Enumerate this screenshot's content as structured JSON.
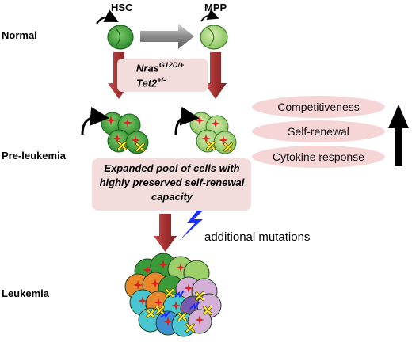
{
  "rows": {
    "normal": "Normal",
    "pre_leukemia": "Pre-leukemia",
    "leukemia": "Leukemia"
  },
  "cells": {
    "hsc": "HSC",
    "mpp": "MPP"
  },
  "legend": {
    "nras_base": "Nras",
    "nras_sup": "G12D/+",
    "tet2_base": "Tet2",
    "tet2_sup": "+/-"
  },
  "pool_text": "Expanded pool of cells with highly preserved self-renewal capacity",
  "properties": [
    "Competitiveness",
    "Self-renewal",
    "Cytokine response"
  ],
  "additional_mutations": "additional mutations",
  "colors": {
    "hsc_green": "#3a9a3a",
    "mpp_green": "#a8d27a",
    "arrow_red": "#a83232",
    "gray_arrow": "#8a8a8a",
    "pink_box": "#f3dcdc",
    "lightning": "#1a2eff",
    "mutation_red": "#e02020",
    "mutation_yellow": "#ffee33"
  },
  "icons": [
    "self-renewal-arrow-icon",
    "nras-mutation-star-icon",
    "tet2-mutation-x-icon",
    "lightning-icon",
    "up-arrow-icon"
  ]
}
